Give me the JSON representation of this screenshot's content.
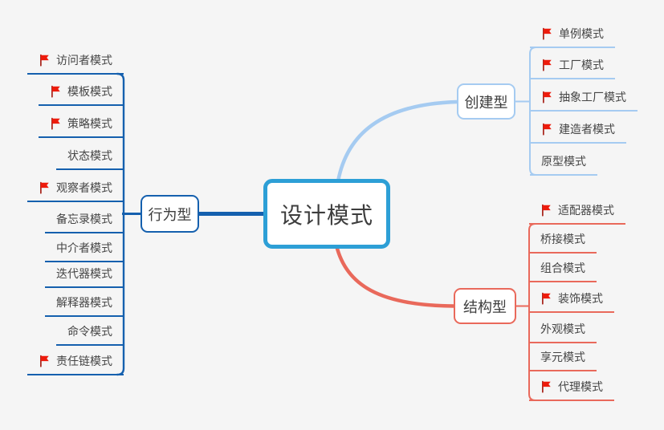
{
  "root": {
    "label": "设计模式"
  },
  "branches": [
    {
      "id": "behavioral",
      "label": "行为型",
      "side": "left",
      "children": [
        {
          "label": "访问者模式",
          "flag": true
        },
        {
          "label": "模板模式",
          "flag": true
        },
        {
          "label": "策略模式",
          "flag": true
        },
        {
          "label": "状态模式",
          "flag": false
        },
        {
          "label": "观察者模式",
          "flag": true
        },
        {
          "label": "备忘录模式",
          "flag": false
        },
        {
          "label": "中介者模式",
          "flag": false
        },
        {
          "label": "迭代器模式",
          "flag": false
        },
        {
          "label": "解释器模式",
          "flag": false
        },
        {
          "label": "命令模式",
          "flag": false
        },
        {
          "label": "责任链模式",
          "flag": true
        }
      ]
    },
    {
      "id": "creational",
      "label": "创建型",
      "side": "top-right",
      "children": [
        {
          "label": "单例模式",
          "flag": true
        },
        {
          "label": "工厂模式",
          "flag": true
        },
        {
          "label": "抽象工厂模式",
          "flag": true
        },
        {
          "label": "建造者模式",
          "flag": true
        },
        {
          "label": "原型模式",
          "flag": false
        }
      ]
    },
    {
      "id": "structural",
      "label": "结构型",
      "side": "bottom-right",
      "children": [
        {
          "label": "适配器模式",
          "flag": true
        },
        {
          "label": "桥接模式",
          "flag": false
        },
        {
          "label": "组合模式",
          "flag": false
        },
        {
          "label": "装饰模式",
          "flag": true
        },
        {
          "label": "外观模式",
          "flag": false
        },
        {
          "label": "享元模式",
          "flag": false
        },
        {
          "label": "代理模式",
          "flag": true
        }
      ]
    }
  ],
  "colors": {
    "background": "#F5F5F5",
    "root_border": "#2D9FD6",
    "behavioral_branch": "#1560AE",
    "creational_branch": "#A5CBF1",
    "structural_branch": "#E9695B",
    "flag_red": "#ED1B0C",
    "flag_pole": "#A2140A",
    "text": "#454545"
  },
  "icons": {
    "flag": "red-flag-icon"
  }
}
